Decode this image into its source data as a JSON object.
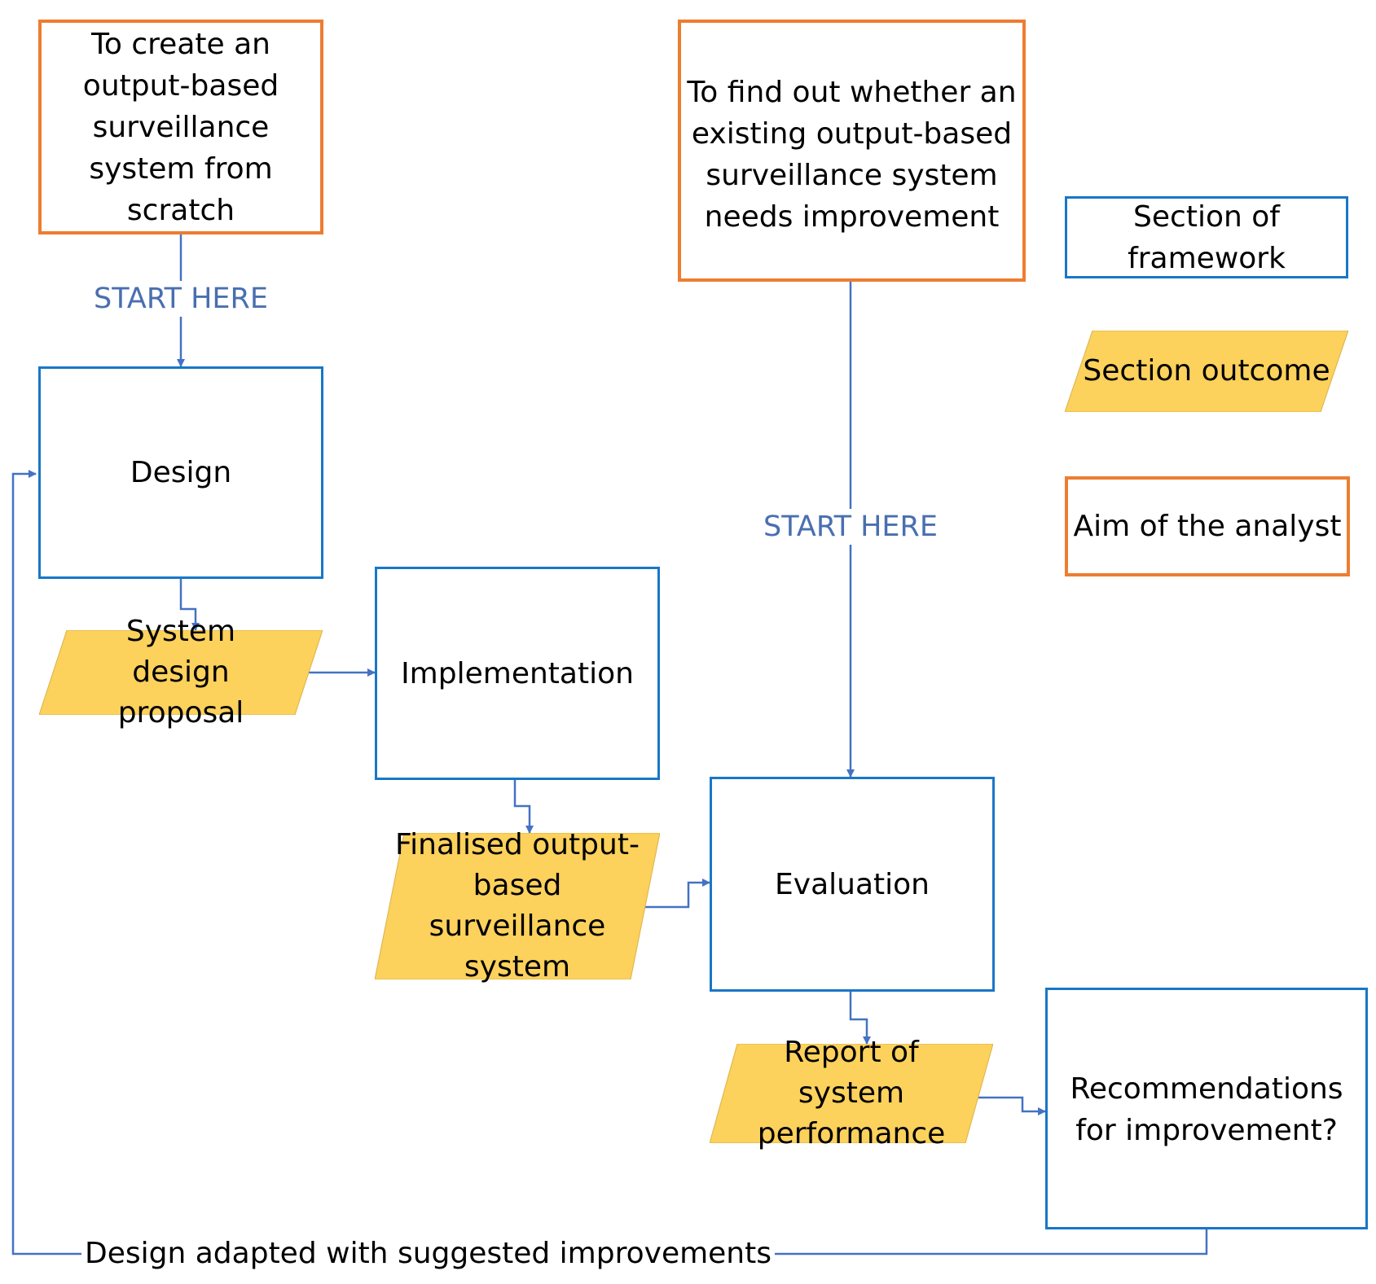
{
  "aims": {
    "create": "To create an output-based surveillance system from scratch",
    "find_out": "To find out whether an existing output-based surveillance system needs improvement"
  },
  "start_labels": {
    "left": "START HERE",
    "right": "START HERE"
  },
  "sections": {
    "design": "Design",
    "implementation": "Implementation",
    "evaluation": "Evaluation",
    "recommendations": "Recommendations for improvement?"
  },
  "outcomes": {
    "proposal": "System design proposal",
    "finalised": "Finalised output-based surveillance system",
    "report": "Report of system performance"
  },
  "feedback_label": "Design adapted with suggested improvements",
  "legend": {
    "section": "Section of framework",
    "outcome": "Section outcome",
    "aim": "Aim of the analyst"
  },
  "colors": {
    "section_border": "#1877c7",
    "aim_border": "#ed7d31",
    "outcome_fill": "#fcd15c",
    "arrow": "#4472c4"
  }
}
